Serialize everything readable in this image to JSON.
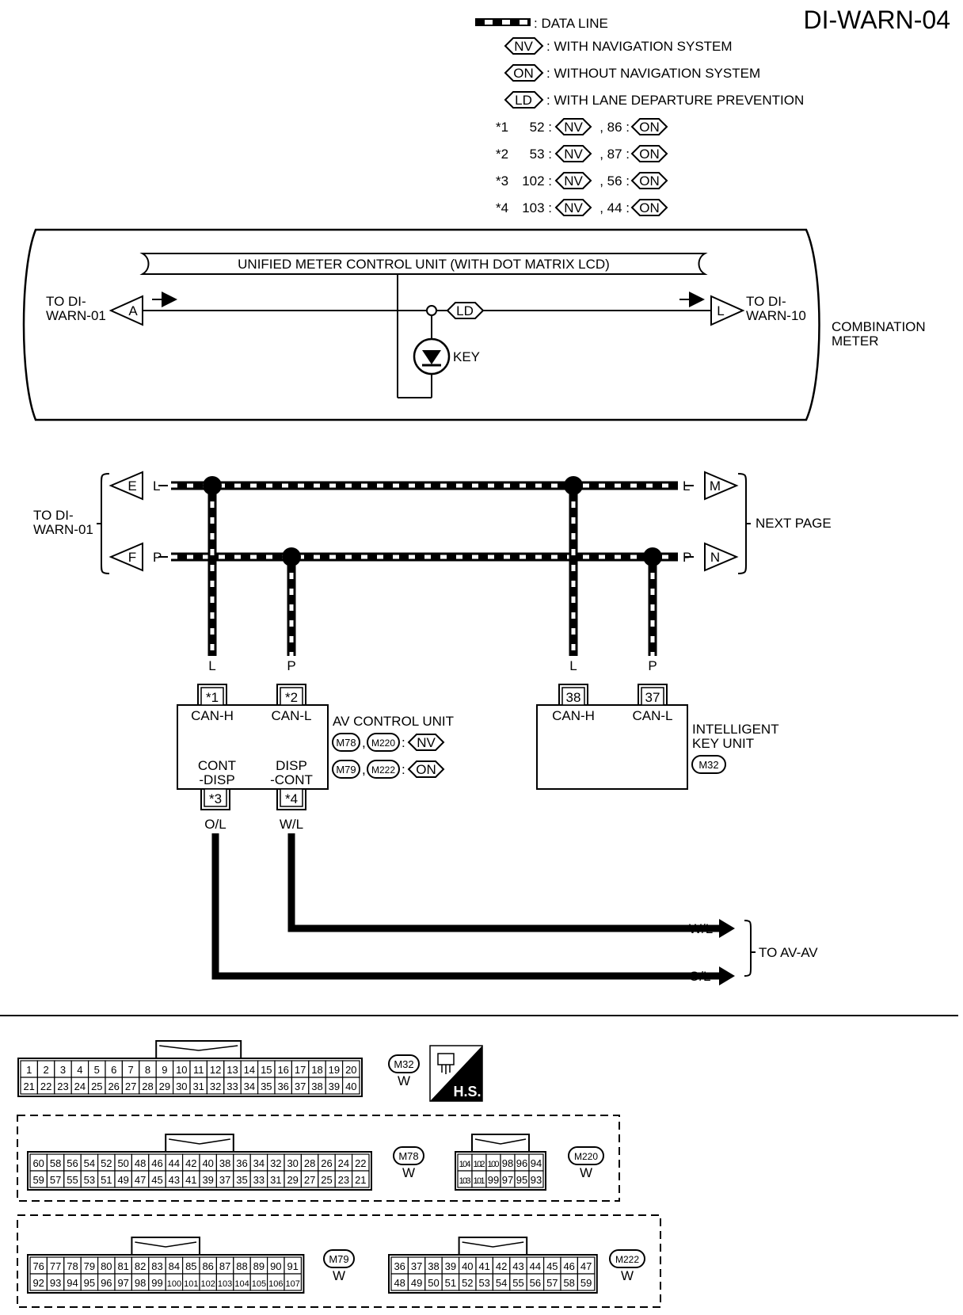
{
  "header": {
    "page_id": "DI-WARN-04"
  },
  "legend": {
    "data_line": ": DATA LINE",
    "nv": {
      "tag": "NV",
      "text": ": WITH NAVIGATION SYSTEM"
    },
    "on": {
      "tag": "ON",
      "text": ": WITHOUT NAVIGATION SYSTEM"
    },
    "ld": {
      "tag": "LD",
      "text": ": WITH LANE DEPARTURE PREVENTION"
    },
    "notes": [
      {
        "mark": "*1",
        "nv_pin": "52 :",
        "on_pin": ", 86 :"
      },
      {
        "mark": "*2",
        "nv_pin": "53 :",
        "on_pin": ", 87 :"
      },
      {
        "mark": "*3",
        "nv_pin": "102 :",
        "on_pin": ", 56 :"
      },
      {
        "mark": "*4",
        "nv_pin": "103 :",
        "on_pin": ", 44 :"
      }
    ]
  },
  "meter": {
    "title": "UNIFIED METER CONTROL UNIT (WITH DOT MATRIX LCD)",
    "to_left_1": "TO DI-",
    "to_left_2": "WARN-01",
    "left_conn": "A",
    "right_conn": "L",
    "to_right_1": "TO DI-",
    "to_right_2": "WARN-10",
    "ld_tag": "LD",
    "key_label": "KEY",
    "side_label_1": "COMBINATION",
    "side_label_2": "METER"
  },
  "can": {
    "left_group_1": "TO DI-",
    "left_group_2": "WARN-01",
    "right_group": "NEXT PAGE",
    "conn_e": "E",
    "conn_f": "F",
    "conn_m": "M",
    "conn_n": "N",
    "color_l": "L",
    "color_p": "P"
  },
  "av_unit": {
    "title": "AV CONTROL UNIT",
    "pin_can_h": "*1",
    "pin_can_l": "*2",
    "pin_cont": "*3",
    "pin_disp": "*4",
    "can_h": "CAN-H",
    "can_l": "CAN-L",
    "cont_1": "CONT",
    "cont_2": "-DISP",
    "disp_1": "DISP",
    "disp_2": "-CONT",
    "conn_nv_1": "M78",
    "conn_nv_2": "M220",
    "conn_on_1": "M79",
    "conn_on_2": "M222",
    "wire_cont": "O/L",
    "wire_disp": "W/L"
  },
  "key_unit": {
    "title_1": "INTELLIGENT",
    "title_2": "KEY UNIT",
    "connector": "M32",
    "pin_h": "38",
    "pin_l": "37",
    "can_h": "CAN-H",
    "can_l": "CAN-L"
  },
  "outputs": {
    "wl": "W/L",
    "ol": "O/L",
    "dest": "TO AV-AV"
  },
  "connectors": {
    "m32": {
      "id": "M32",
      "color": "W",
      "hs": "H.S.",
      "row1": [
        "1",
        "2",
        "3",
        "4",
        "5",
        "6",
        "7",
        "8",
        "9",
        "10",
        "11",
        "12",
        "13",
        "14",
        "15",
        "16",
        "17",
        "18",
        "19",
        "20"
      ],
      "row2": [
        "21",
        "22",
        "23",
        "24",
        "25",
        "26",
        "27",
        "28",
        "29",
        "30",
        "31",
        "32",
        "33",
        "34",
        "35",
        "36",
        "37",
        "38",
        "39",
        "40"
      ]
    },
    "m78": {
      "id": "M78",
      "color": "W",
      "row1": [
        "60",
        "58",
        "56",
        "54",
        "52",
        "50",
        "48",
        "46",
        "44",
        "42",
        "40",
        "38",
        "36",
        "34",
        "32",
        "30",
        "28",
        "26",
        "24",
        "22"
      ],
      "row2": [
        "59",
        "57",
        "55",
        "53",
        "51",
        "49",
        "47",
        "45",
        "43",
        "41",
        "39",
        "37",
        "35",
        "33",
        "31",
        "29",
        "27",
        "25",
        "23",
        "21"
      ]
    },
    "m220": {
      "id": "M220",
      "color": "W",
      "row1": [
        "104",
        "102",
        "100",
        "98",
        "96",
        "94"
      ],
      "row2": [
        "103",
        "101",
        "99",
        "97",
        "95",
        "93"
      ]
    },
    "m79": {
      "id": "M79",
      "color": "W",
      "row1": [
        "76",
        "77",
        "78",
        "79",
        "80",
        "81",
        "82",
        "83",
        "84",
        "85",
        "86",
        "87",
        "88",
        "89",
        "90",
        "91"
      ],
      "row2": [
        "92",
        "93",
        "94",
        "95",
        "96",
        "97",
        "98",
        "99",
        "100",
        "101",
        "102",
        "103",
        "104",
        "105",
        "106",
        "107"
      ]
    },
    "m222": {
      "id": "M222",
      "color": "W",
      "row1": [
        "36",
        "37",
        "38",
        "39",
        "40",
        "41",
        "42",
        "43",
        "44",
        "45",
        "46",
        "47"
      ],
      "row2": [
        "48",
        "49",
        "50",
        "51",
        "52",
        "53",
        "54",
        "55",
        "56",
        "57",
        "58",
        "59"
      ]
    }
  }
}
